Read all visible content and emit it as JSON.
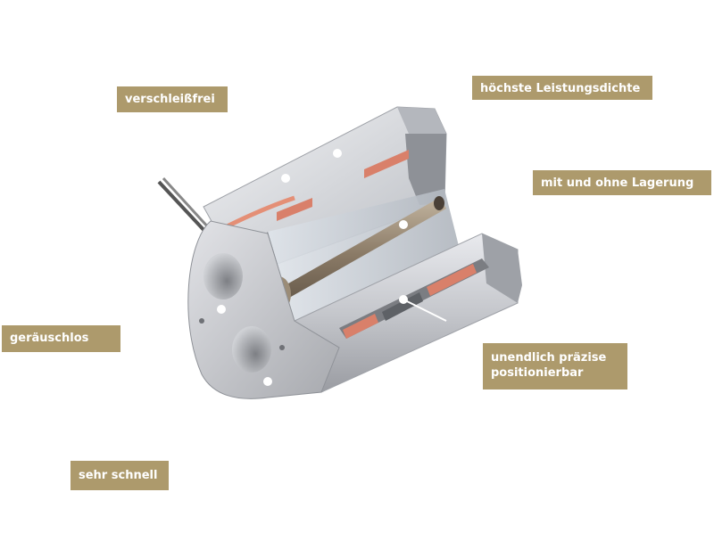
{
  "labels": {
    "verschleissfrei": "verschleißfrei",
    "hoechste_leistungsdichte": "höchste Leistungsdichte",
    "mit_und_ohne_lagerung": "mit und ohne Lagerung",
    "geraeuschlos": "geräuschlos",
    "unendlich_line1": "unendlich präzise",
    "unendlich_line2": "positionierbar",
    "sehr_schnell": "sehr schnell"
  },
  "colors": {
    "label_background": "#ad9a6c",
    "label_text": "#ffffff",
    "housing": "#c9cbd0",
    "magnet": "#d9806a",
    "shaft": "#8a7a66"
  }
}
